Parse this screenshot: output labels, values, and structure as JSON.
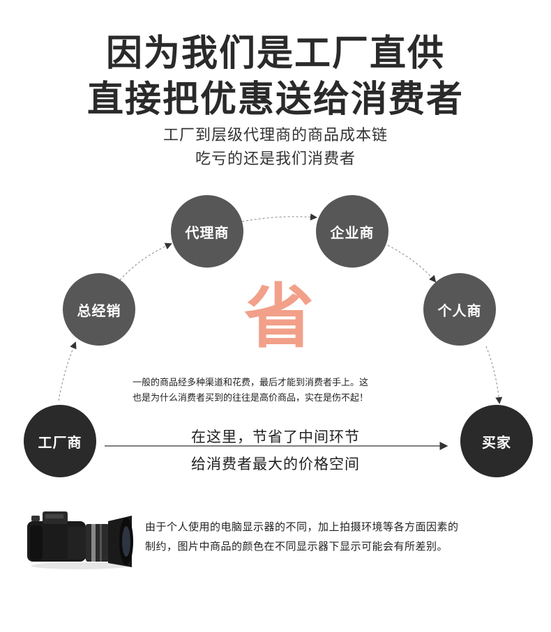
{
  "headline": {
    "line1": "因为我们是工厂直供",
    "line2": "直接把优惠送给消费者"
  },
  "subhead": {
    "line1": "工厂到层级代理商的商品成本链",
    "line2": "吃亏的还是我们消费者"
  },
  "nodes": {
    "factory": "工厂商",
    "general": "总经销",
    "agent": "代理商",
    "enterprise": "企业商",
    "individual": "个人商",
    "buyer": "买家"
  },
  "save_char": "省",
  "note": {
    "line1": "一般的商品经多种渠道和花费，最后才能到消费者手上。这",
    "line2": "也是为什么消费者买到的往往是高价商品，实在是伤不起！"
  },
  "middle": {
    "line1": "在这里，节省了中间环节",
    "line2": "给消费者最大的价格空间"
  },
  "disclaimer": {
    "line1": "由于个人使用的电脑显示器的不同，加上拍摄环境等各方面因素的",
    "line2": "制约，图片中商品的颜色在不同显示器下显示可能会有所差别。"
  },
  "colors": {
    "node_gray": "#575757",
    "node_dark": "#2a2a2a",
    "save_accent": "#f2a089"
  },
  "icons": {
    "camera": "camera-icon"
  }
}
